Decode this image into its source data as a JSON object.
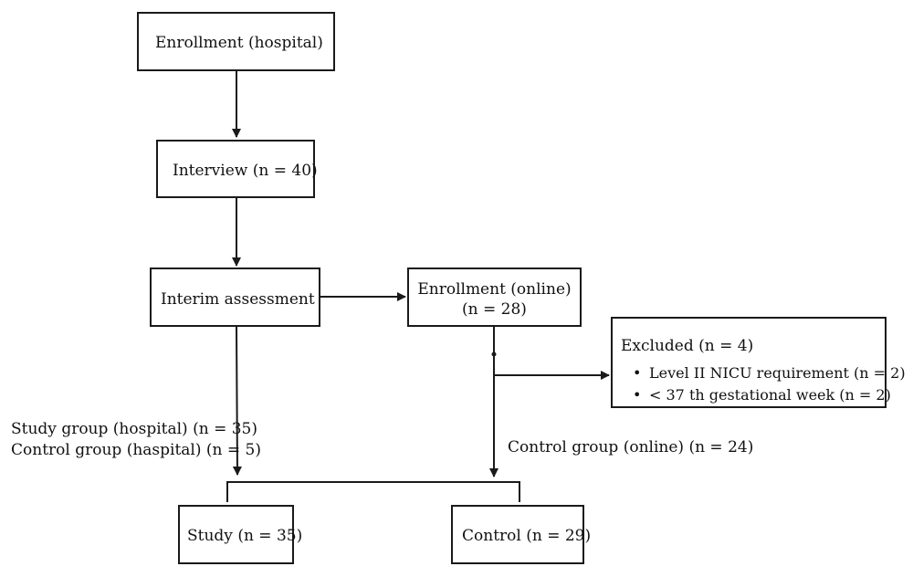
{
  "boxes": {
    "enrollment_hospital": "Enrollment (hospital)",
    "interview": "Interview (n = 40)",
    "interim_assessment": "Interim assessment",
    "enrollment_online_line1": "Enrollment (online)",
    "enrollment_online_line2": "(n = 28)",
    "excluded_title": "Excluded (n = 4)",
    "excluded_items": [
      "Level II NICU requirement (n = 2)",
      "< 37 th gestational week (n = 2)"
    ],
    "study": "Study (n = 35)",
    "control": "Control (n = 29)"
  },
  "labels": {
    "study_group_hospital": "Study group (hospital) (n = 35)",
    "control_group_hospital": "Control group (haspital) (n = 5)",
    "control_group_online": "Control group (online) (n = 24)"
  },
  "colors": {
    "line": "#1a1a1a",
    "text": "#111111",
    "background": "#ffffff"
  }
}
